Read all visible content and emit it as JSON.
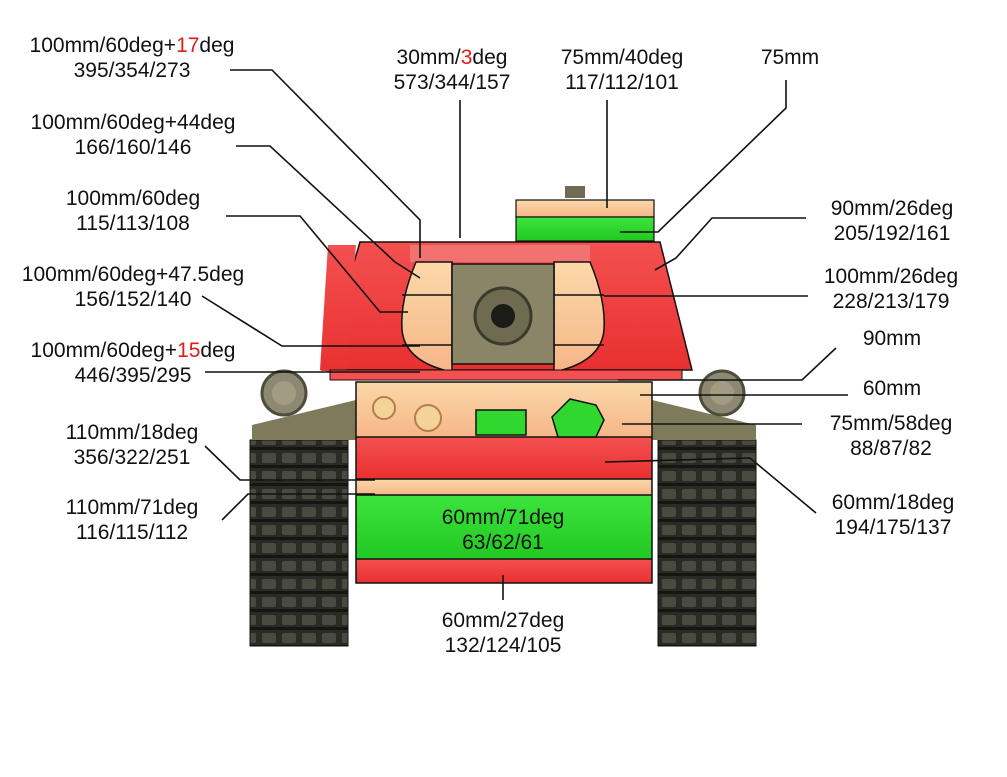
{
  "colors": {
    "strong": "#f23c3c",
    "medium": "#f8c89a",
    "weak": "#2fd72f",
    "highlight": "#e11c1c",
    "line": "#111111",
    "tank_hull": "#8a8566",
    "track": "#2b2b26"
  },
  "labels": {
    "turret_roof_left": {
      "line1_pre": "100mm/60deg+",
      "line1_hl": "17",
      "line1_post": "deg",
      "line2": "395/354/273"
    },
    "turret_top": {
      "line1_pre": "30mm/",
      "line1_hl": "3",
      "line1_post": "deg",
      "line2": "573/344/157"
    },
    "cupola_front": {
      "line1": "75mm/40deg",
      "line2": "117/112/101"
    },
    "cupola_side": {
      "line1": "75mm"
    },
    "turret_cheek_44": {
      "line1": "100mm/60deg+44deg",
      "line2": "166/160/146"
    },
    "turret_front_60": {
      "line1": "100mm/60deg",
      "line2": "115/113/108"
    },
    "turret_side_26": {
      "line1": "90mm/26deg",
      "line2": "205/192/161"
    },
    "turret_cheek_475": {
      "line1": "100mm/60deg+47.5deg",
      "line2": "156/152/140"
    },
    "turret_front_26": {
      "line1": "100mm/26deg",
      "line2": "228/213/179"
    },
    "turret_lower_15": {
      "line1_pre": "100mm/60deg+",
      "line1_hl": "15",
      "line1_post": "deg",
      "line2": "446/395/295"
    },
    "turret_ring": {
      "line1": "90mm"
    },
    "hull_top": {
      "line1": "60mm"
    },
    "upper_plate": {
      "line1": "75mm/58deg",
      "line2": "88/87/82"
    },
    "hull_joint_18": {
      "line1": "110mm/18deg",
      "line2": "356/322/251"
    },
    "hull_lower_joint": {
      "line1": "60mm/18deg",
      "line2": "194/175/137"
    },
    "hull_110_71": {
      "line1": "110mm/71deg",
      "line2": "116/115/112"
    },
    "lower_plate": {
      "line1": "60mm/71deg",
      "line2": "63/62/61"
    },
    "bottom_plate": {
      "line1": "60mm/27deg",
      "line2": "132/124/105"
    }
  }
}
